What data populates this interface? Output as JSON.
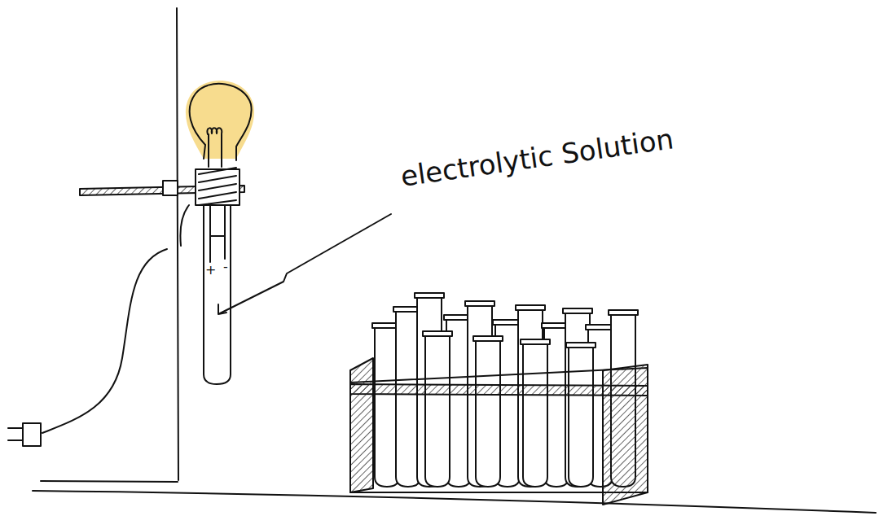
{
  "diagram": {
    "labels": [
      "electrolytic Solution",
      "+",
      "-"
    ]
  }
}
